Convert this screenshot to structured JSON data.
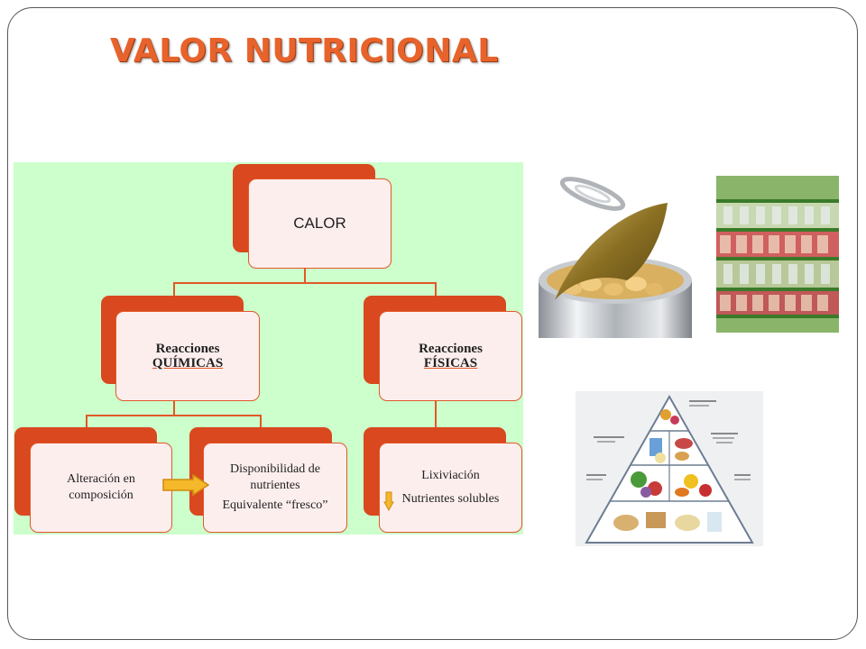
{
  "slide": {
    "title": "VALOR NUTRICIONAL"
  },
  "diagram": {
    "root": "CALOR",
    "branches": [
      {
        "line1": "Reacciones",
        "line2": "QUÍMICAS",
        "children": [
          {
            "text": "Alteración en composición"
          },
          {
            "line1": "Disponibilidad de nutrientes",
            "line2": "Equivalente “fresco”"
          }
        ]
      },
      {
        "line1": "Reacciones",
        "line2": "FÍSICAS",
        "children": [
          {
            "line1": "Lixiviación",
            "line2": "Nutrientes solubles"
          }
        ]
      }
    ]
  },
  "images": {
    "can": "open-can-photo",
    "shelves": "supermarket-shelves-photo",
    "pyramid": "food-pyramid-illustration"
  },
  "colors": {
    "title": "#e8632b",
    "box_border": "#e25828",
    "box_shadow": "#d9481e",
    "box_fill": "#fdeeee",
    "diagram_bg": "#ccffcc",
    "arrow": "#f5b82a"
  }
}
